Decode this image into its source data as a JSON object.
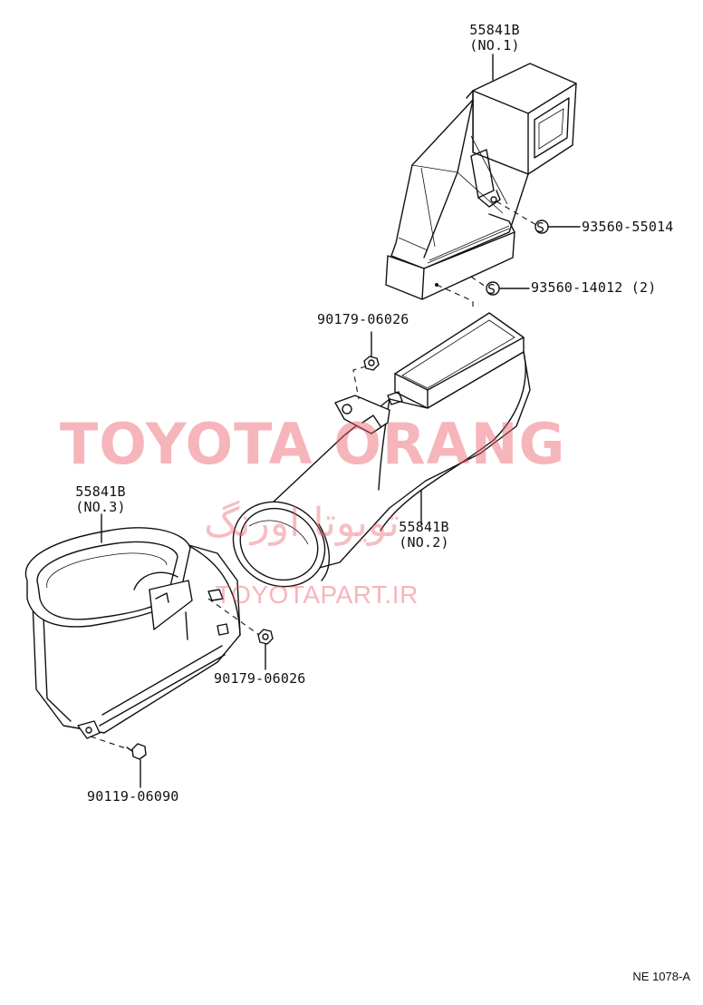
{
  "parts": {
    "duct_no1": {
      "part_no": "55841B",
      "position": "(NO.1)"
    },
    "duct_no2": {
      "part_no": "55841B",
      "position": "(NO.2)"
    },
    "duct_no3": {
      "part_no": "55841B",
      "position": "(NO.3)"
    },
    "screw_upper": "93560-55014",
    "screw_lower": "93560-14012 (2)",
    "nut_upper": "90179-06026",
    "nut_lower": "90179-06026",
    "bolt_bottom": "90119-06090",
    "screw_symbol": "S"
  },
  "watermark": {
    "title": "TOYOTA ORANG",
    "persian": "تویوتا اورنگ",
    "url": "TOYOTAPART.IR"
  },
  "diagram_code": "NE 1078-A"
}
